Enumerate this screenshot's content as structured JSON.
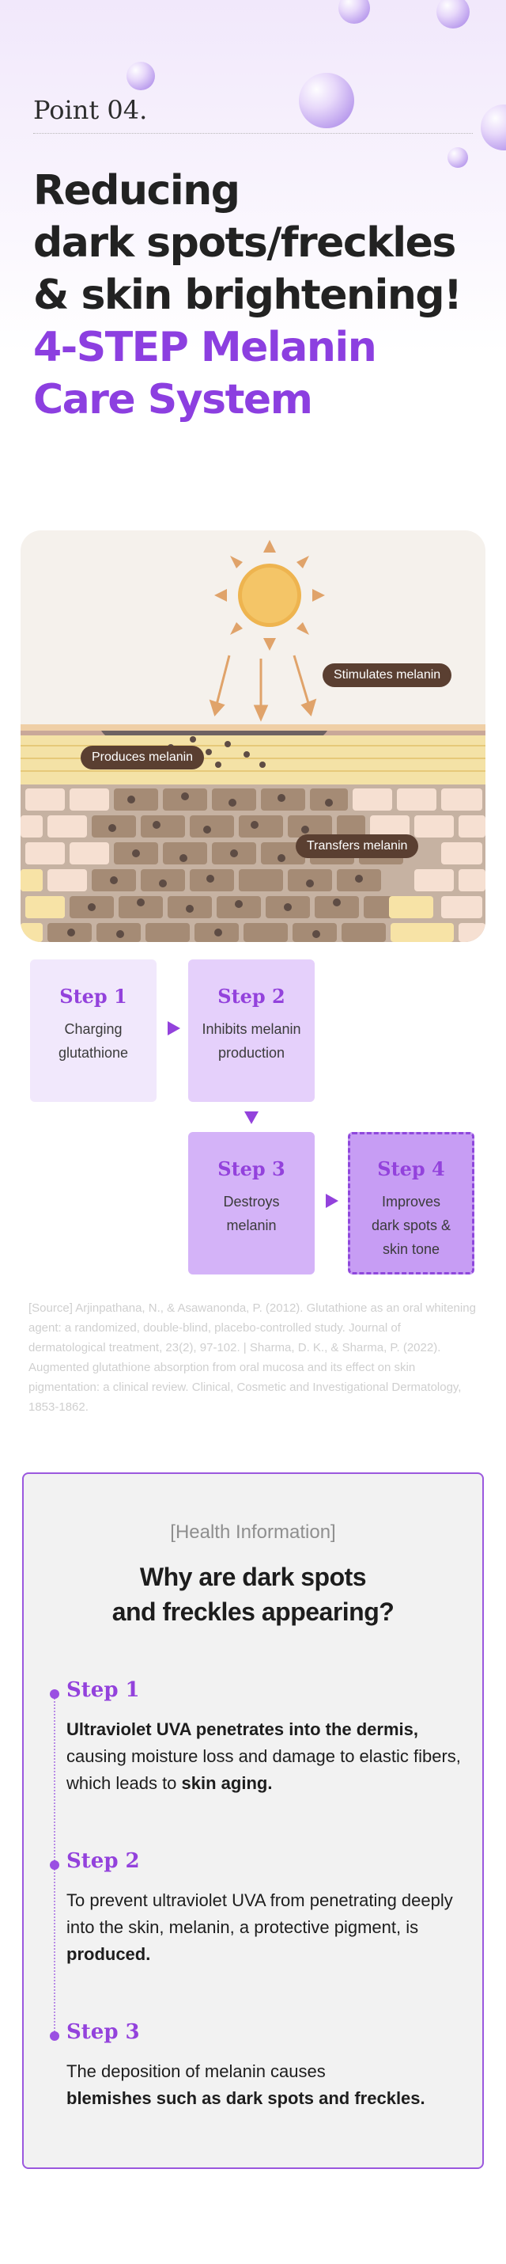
{
  "header": {
    "point_label": "Point 04.",
    "headline_line1": "Reducing",
    "headline_line2": "dark spots/freckles",
    "headline_line3": "& skin brightening!",
    "highlight_line1": "4-STEP Melanin",
    "highlight_line2": "Care System"
  },
  "illustration": {
    "callouts": {
      "stimulates": "Stimulates melanin",
      "produces": "Produces melanin",
      "transfers": "Transfers melanin"
    },
    "colors": {
      "sun": "#f4c567",
      "rays": "#e0a36a",
      "callout_bg": "#5a3f31"
    }
  },
  "steps": [
    {
      "title": "Step 1",
      "desc_line1": "Charging",
      "desc_line2": "glutathione"
    },
    {
      "title": "Step 2",
      "desc_line1": "Inhibits melanin",
      "desc_line2": "production"
    },
    {
      "title": "Step 3",
      "desc_line1": "Destroys",
      "desc_line2": "melanin"
    },
    {
      "title": "Step 4",
      "desc_line1": "Improves",
      "desc_line2": "dark spots &",
      "desc_line3": "skin tone"
    }
  ],
  "source_text": "[Source] Arjinpathana, N., & Asawanonda, P. (2012). Glutathione as an oral whitening agent: a randomized, double-blind, placebo-controlled study. Journal of dermatological treatment, 23(2), 97-102. | Sharma, D. K., & Sharma, P. (2022). Augmented glutathione absorption from oral mucosa and its effect on skin pigmentation: a clinical review. Clinical, Cosmetic and Investigational Dermatology, 1853-1862.",
  "health_info": {
    "tag": "[Health Information]",
    "title_line1": "Why are dark spots",
    "title_line2": "and freckles appearing?",
    "items": [
      {
        "step": "Step 1",
        "bold_lead": "Ultraviolet UVA penetrates into the dermis,",
        "text": "causing moisture loss and damage to elastic fibers, which leads to",
        "bold_tail": "skin aging."
      },
      {
        "step": "Step 2",
        "text": "To prevent ultraviolet UVA from penetrating deeply into the skin, melanin, a protective pigment, is",
        "bold_tail": "produced."
      },
      {
        "step": "Step 3",
        "text": "The deposition of melanin causes",
        "bold_tail": "blemishes such as dark spots and freckles."
      }
    ]
  },
  "colors": {
    "brand_purple": "#8c3fe0",
    "step_title": "#9342dc",
    "card_border": "#9b58de"
  }
}
